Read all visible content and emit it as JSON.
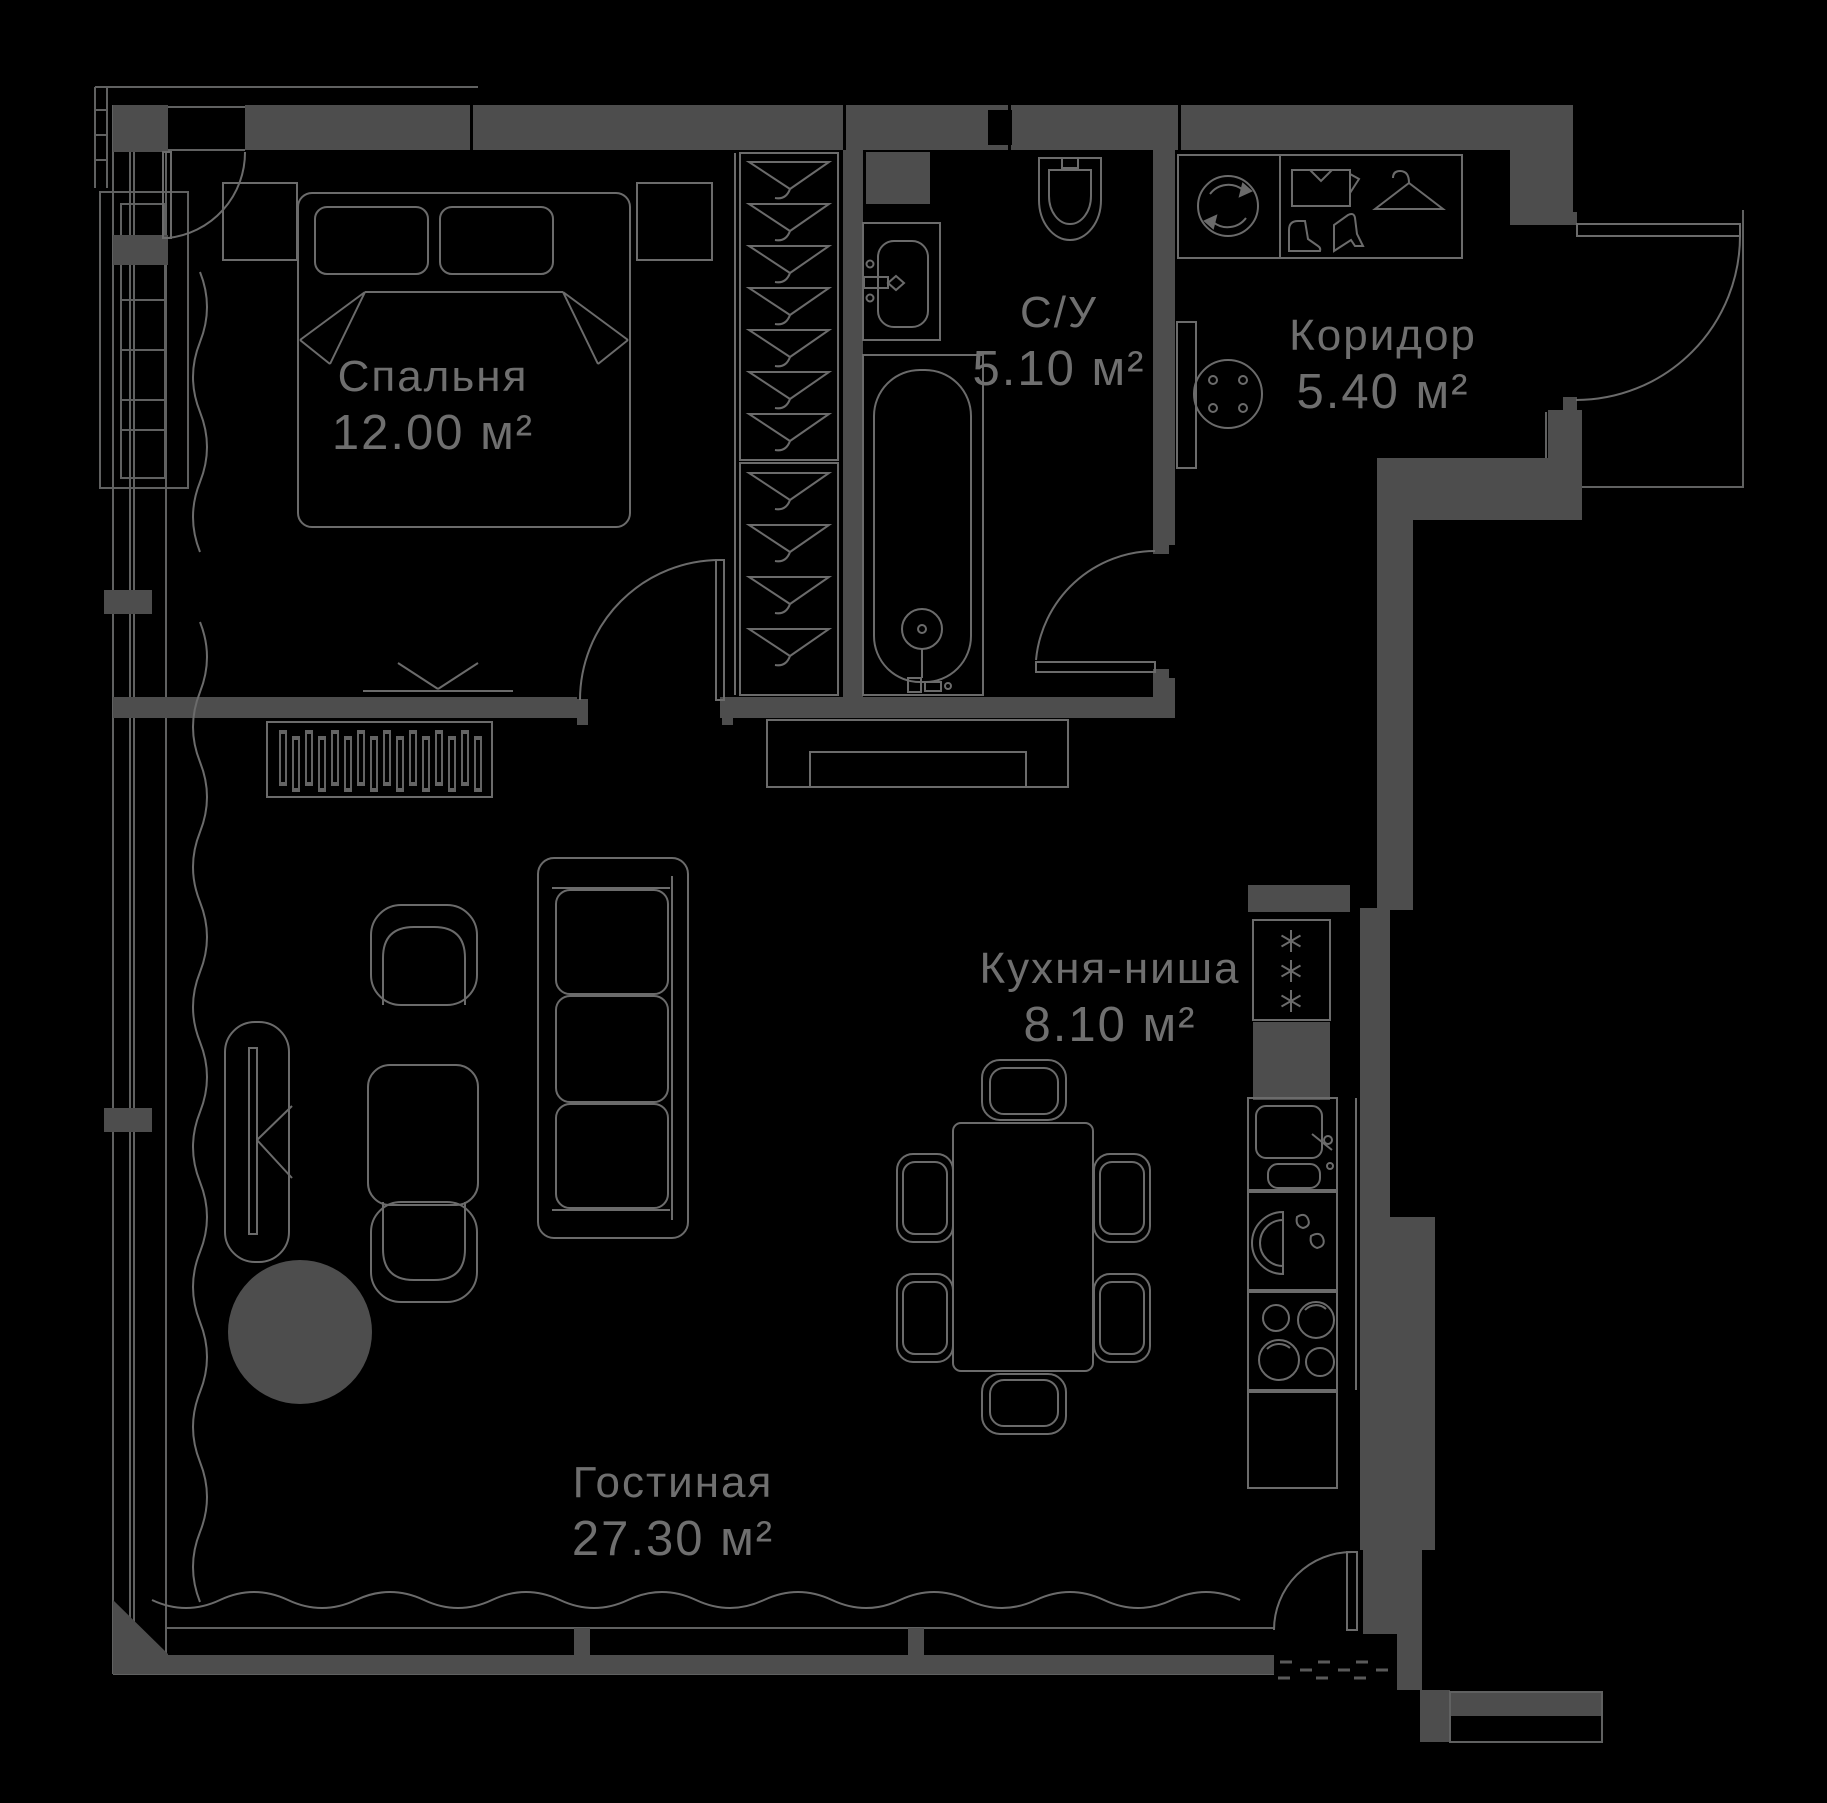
{
  "colors": {
    "background": "#000000",
    "wall": "#4d4d4d",
    "furniture_line": "#6b6b6b",
    "window_line": "#606161",
    "text": "#6f6f6f"
  },
  "rooms": [
    {
      "name": "Спальня",
      "area": "12.00 м²"
    },
    {
      "name": "С/У",
      "area": "5.10 м²"
    },
    {
      "name": "Коридор",
      "area": "5.40 м²"
    },
    {
      "name": "Кухня-ниша",
      "area": "8.10 м²"
    },
    {
      "name": "Гостиная",
      "area": "27.30 м²"
    }
  ],
  "icons": [
    "double-bed",
    "pillows",
    "nightstands",
    "wardrobe-hangers",
    "wall-tv",
    "radiator",
    "toilet",
    "bathroom-sink",
    "bathtub",
    "shower-head",
    "washing-machine",
    "shirt",
    "clothes-hanger",
    "boots",
    "round-table",
    "sideboard",
    "tv-stand",
    "armchair",
    "coffee-table",
    "rug",
    "sofa",
    "dining-table",
    "dining-chair",
    "fridge-snowflakes",
    "kitchen-sink",
    "fruit-cutting-board",
    "stove-burners",
    "door-swing",
    "curtain-wave",
    "window"
  ]
}
